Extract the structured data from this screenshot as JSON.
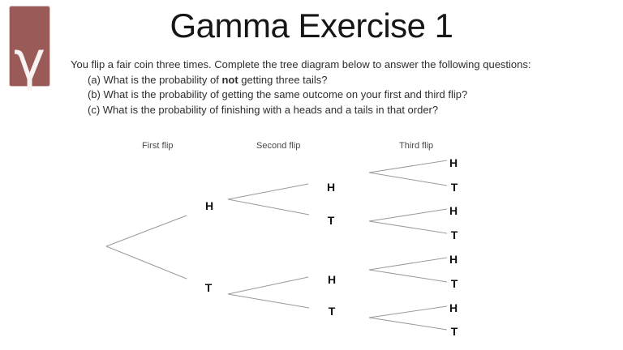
{
  "logo": {
    "glyph": "γ",
    "color": "#9a5a58"
  },
  "title": "Gamma Exercise 1",
  "question": {
    "intro": "You flip a fair coin three times. Complete the tree diagram below to answer the following questions:",
    "items": [
      {
        "prefix": "(a) What is the probability of ",
        "bold": "not",
        "suffix": " getting three tails?"
      },
      {
        "prefix": "(b) What is the probability of getting the same outcome on your first and third flip?",
        "bold": "",
        "suffix": ""
      },
      {
        "prefix": "(c) What is the probability of finishing with a heads and a tails in that order?",
        "bold": "",
        "suffix": ""
      }
    ]
  },
  "tree": {
    "column_headers": [
      "First flip",
      "Second flip",
      "Third flip"
    ],
    "first_flip": [
      "H",
      "T"
    ],
    "second_flip": [
      "H",
      "T",
      "H",
      "T"
    ],
    "third_flip": [
      "H",
      "T",
      "H",
      "T",
      "H",
      "T",
      "H",
      "T"
    ],
    "line_color": "#9a9a9a"
  }
}
